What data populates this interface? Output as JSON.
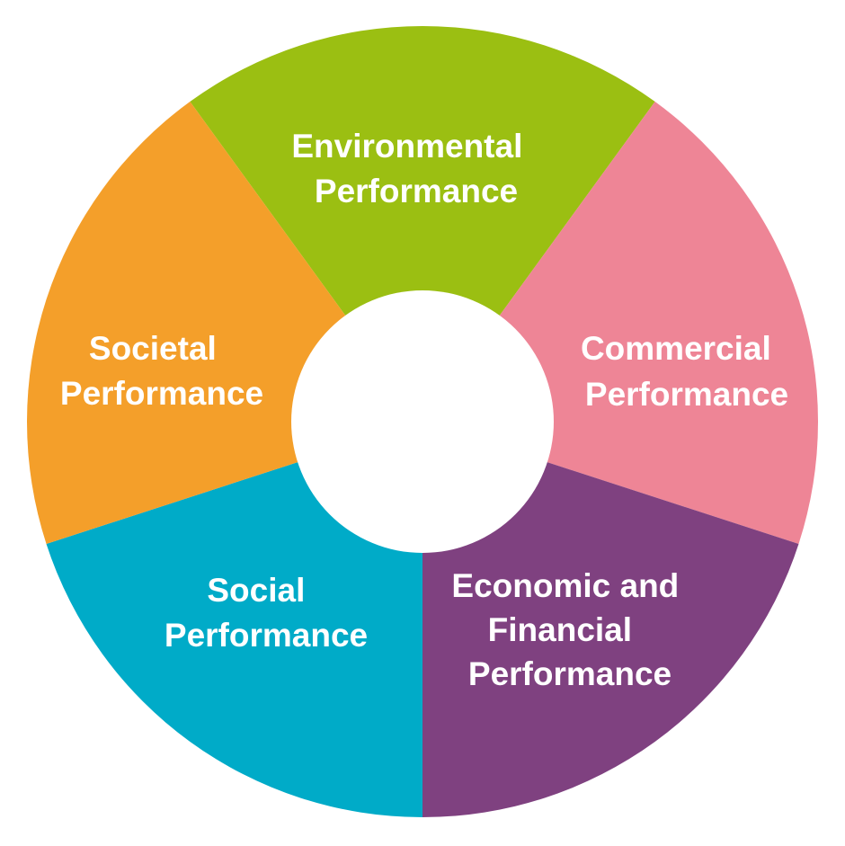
{
  "diagram": {
    "type": "donut",
    "background_color": "#ffffff",
    "segments": [
      {
        "id": "environmental",
        "color": "#9bbf12",
        "label_lines": [
          "Environmental",
          "Performance"
        ]
      },
      {
        "id": "commercial",
        "color": "#ee8596",
        "label_lines": [
          "Commercial",
          "Performance"
        ]
      },
      {
        "id": "economic-financial",
        "color": "#7f4180",
        "label_lines": [
          "Economic and",
          "Financial",
          "Performance"
        ]
      },
      {
        "id": "social",
        "color": "#00abc8",
        "label_lines": [
          "Social",
          "Performance"
        ]
      },
      {
        "id": "societal",
        "color": "#f49f2a",
        "label_lines": [
          "Societal",
          "Performance"
        ]
      }
    ]
  }
}
